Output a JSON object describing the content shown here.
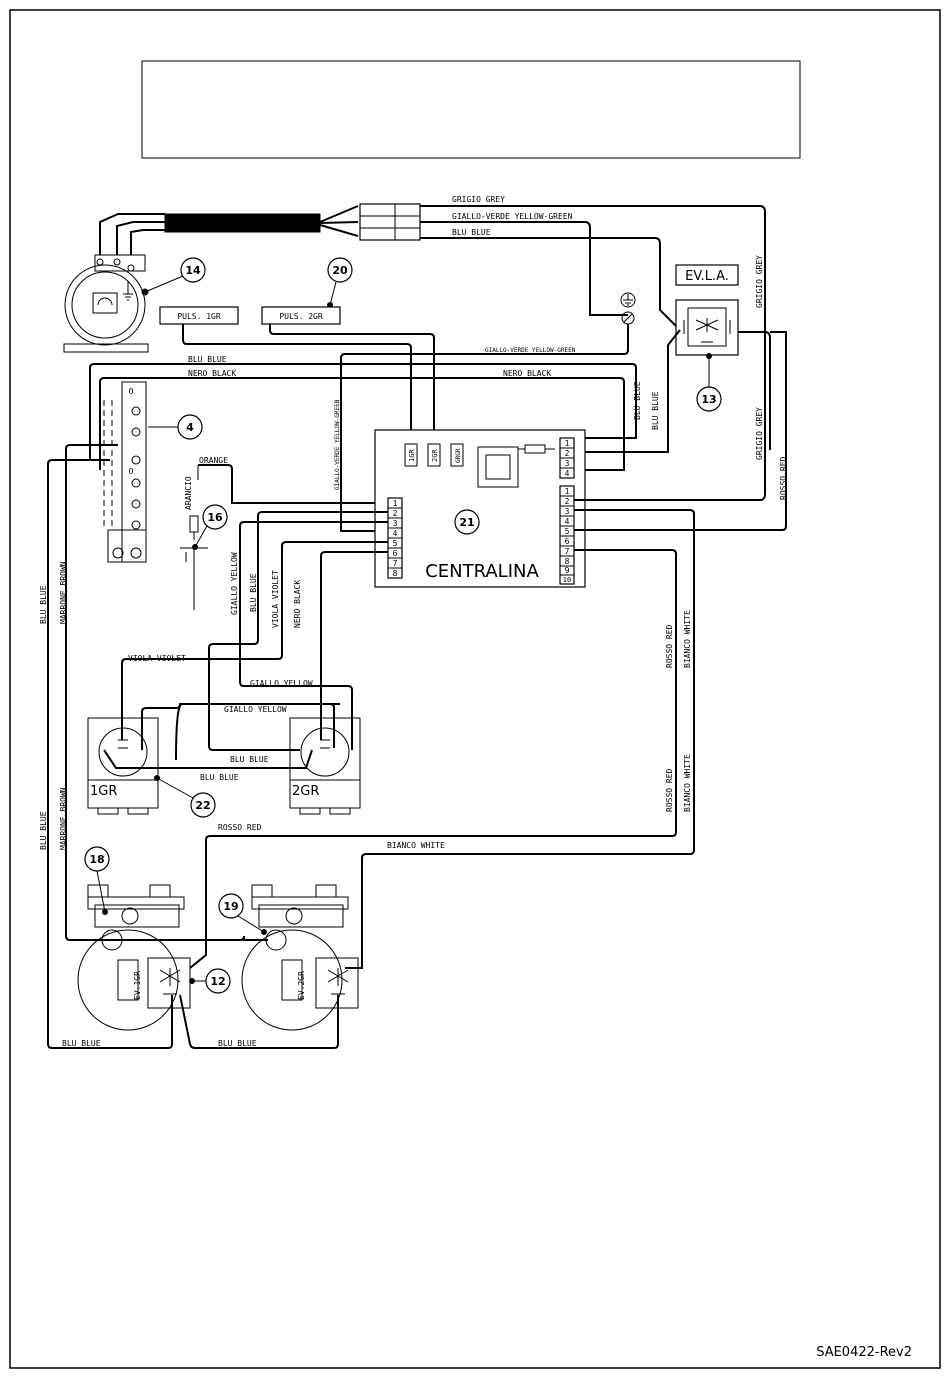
{
  "title_box": "",
  "reference": "SAE0422-Rev2",
  "components": {
    "motor_num": "14",
    "button_num": "20",
    "button_1": "PULS. 1GR",
    "button_2": "PULS. 2GR",
    "terminal_num": "4",
    "terminal_o1": "O",
    "terminal_o2": "O",
    "probe_num": "16",
    "evla_label": "EV.L.A.",
    "evla_num": "13",
    "centralina_num": "21",
    "centralina": "CENTRALINA",
    "conn_left": [
      "1",
      "2",
      "3",
      "4",
      "5",
      "6",
      "7",
      "8"
    ],
    "conn_right_top": [
      "1",
      "2",
      "3",
      "4"
    ],
    "conn_right_bottom": [
      "1",
      "2",
      "3",
      "4",
      "5",
      "6",
      "7",
      "8",
      "9",
      "10"
    ],
    "pcb_1gr": "1GR",
    "pcb_2gr": "2GR",
    "pcb_gr": "GRGR",
    "group1": "1GR",
    "group2": "2GR",
    "flow_num": "22",
    "ev1_num": "18",
    "ev2_num": "19",
    "ev_num": "12",
    "ev1": "EV.1GR",
    "ev2": "EV.2GR"
  },
  "wires": {
    "grigio_grey": "GRIGIO GREY",
    "giallo_verde": "GIALLO-VERDE YELLOW-GREEN",
    "blu_blue": "BLU BLUE",
    "giallo_verde_small": "GIALLO-VERDE YELLOW-GREEN",
    "nero_black": "NERO BLACK",
    "orange": "ORANGE",
    "arancio": "ARANCIO",
    "giallo_yellow": "GIALLO YELLOW",
    "viola_violet": "VIOLA VIOLET",
    "marrone_brown": "MARRONE BROWN",
    "rosso_red": "ROSSO RED",
    "rosso_red_vert": "ROSSO  RED",
    "bianco_white": "BIANCO WHITE"
  },
  "colors": {
    "line": "#000000",
    "background": "#ffffff"
  }
}
